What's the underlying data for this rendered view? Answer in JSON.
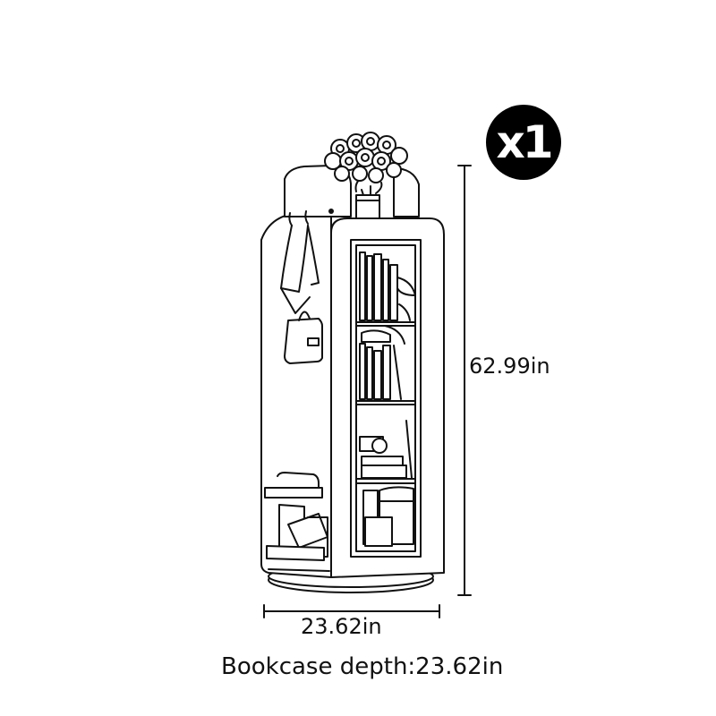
{
  "image": {
    "quantity_badge": "x1",
    "dimensions": {
      "height": "62.99in",
      "width": "23.62in",
      "depth_caption": "Bookcase depth:23.62in"
    },
    "illustration": {
      "subject": "rotating bookcase",
      "style": "black line drawing",
      "icons": [
        "flower-vase-icon",
        "bag-icon",
        "book-icon",
        "magazine-rack-icon"
      ]
    },
    "colors": {
      "line": "#111111",
      "badge": "#000000",
      "background": "#ffffff"
    }
  }
}
